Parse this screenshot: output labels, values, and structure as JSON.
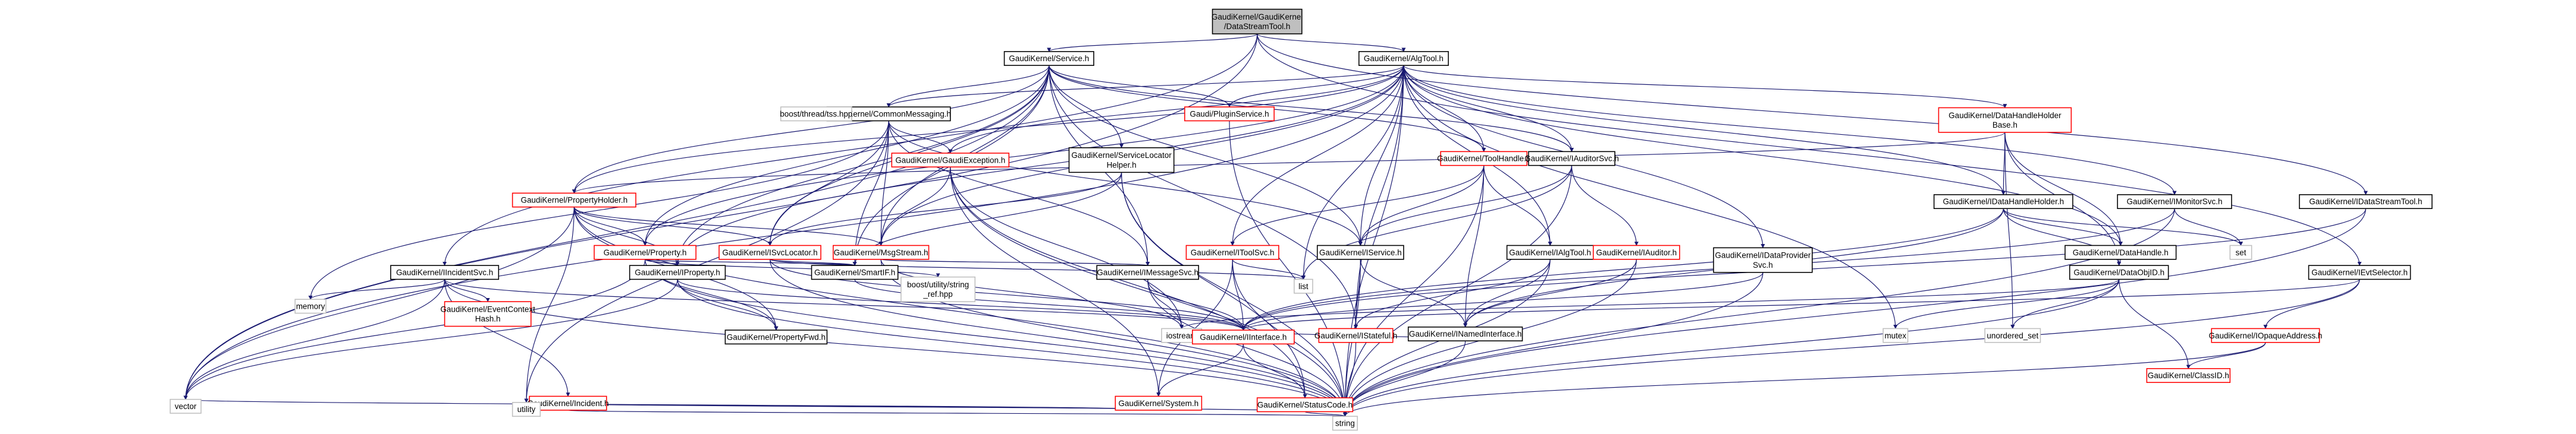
{
  "title": "GaudiKernel/GaudiKernel/DataStreamTool.h include dependency graph",
  "colors": {
    "edge": "#191970",
    "root_fill": "#bfbfbf",
    "red_border": "#ff0000",
    "black_border": "#000000",
    "gray_border": "#bfbfbf"
  },
  "nodes": [
    {
      "id": "root",
      "lines": [
        "GaudiKernel/GaudiKernel",
        "/DataStreamTool.h"
      ],
      "style": "root"
    },
    {
      "id": "service",
      "lines": [
        "GaudiKernel/Service.h"
      ],
      "style": "black"
    },
    {
      "id": "algtool",
      "lines": [
        "GaudiKernel/AlgTool.h"
      ],
      "style": "black"
    },
    {
      "id": "commonmsg",
      "lines": [
        "GaudiKernel/CommonMessaging.h"
      ],
      "style": "black"
    },
    {
      "id": "ipluginsvc",
      "lines": [
        "Gaudi/PluginService.h"
      ],
      "style": "red"
    },
    {
      "id": "dhhbase",
      "lines": [
        "GaudiKernel/DataHandleHolder",
        "Base.h"
      ],
      "style": "red"
    },
    {
      "id": "propholder",
      "lines": [
        "GaudiKernel/PropertyHolder.h"
      ],
      "style": "red"
    },
    {
      "id": "boosttss",
      "lines": [
        "boost/thread/tss.hpp"
      ],
      "style": "gray"
    },
    {
      "id": "gaudiexc",
      "lines": [
        "GaudiKernel/GaudiException.h"
      ],
      "style": "red"
    },
    {
      "id": "svclochelper",
      "lines": [
        "GaudiKernel/ServiceLocator",
        "Helper.h"
      ],
      "style": "black"
    },
    {
      "id": "toolhandle",
      "lines": [
        "GaudiKernel/ToolHandle.h"
      ],
      "style": "red"
    },
    {
      "id": "iauditorsvc",
      "lines": [
        "GaudiKernel/IAuditorSvc.h"
      ],
      "style": "black"
    },
    {
      "id": "idhh",
      "lines": [
        "GaudiKernel/IDataHandleHolder.h"
      ],
      "style": "black"
    },
    {
      "id": "imonitorsvc",
      "lines": [
        "GaudiKernel/IMonitorSvc.h"
      ],
      "style": "black"
    },
    {
      "id": "idatastreamtool",
      "lines": [
        "GaudiKernel/IDataStreamTool.h"
      ],
      "style": "black"
    },
    {
      "id": "property",
      "lines": [
        "GaudiKernel/Property.h"
      ],
      "style": "red"
    },
    {
      "id": "isvclocator",
      "lines": [
        "GaudiKernel/ISvcLocator.h"
      ],
      "style": "red"
    },
    {
      "id": "msgstream",
      "lines": [
        "GaudiKernel/MsgStream.h"
      ],
      "style": "red"
    },
    {
      "id": "itoolsvc",
      "lines": [
        "GaudiKernel/IToolSvc.h"
      ],
      "style": "red"
    },
    {
      "id": "iservice",
      "lines": [
        "GaudiKernel/IService.h"
      ],
      "style": "black"
    },
    {
      "id": "ialgtool",
      "lines": [
        "GaudiKernel/IAlgTool.h"
      ],
      "style": "black"
    },
    {
      "id": "iauditor",
      "lines": [
        "GaudiKernel/IAuditor.h"
      ],
      "style": "red"
    },
    {
      "id": "idataprovsvc",
      "lines": [
        "GaudiKernel/IDataProvider",
        "Svc.h"
      ],
      "style": "black"
    },
    {
      "id": "set",
      "lines": [
        "set"
      ],
      "style": "gray"
    },
    {
      "id": "datahandle",
      "lines": [
        "GaudiKernel/DataHandle.h"
      ],
      "style": "black"
    },
    {
      "id": "iincidentsvc",
      "lines": [
        "GaudiKernel/IIncidentSvc.h"
      ],
      "style": "black"
    },
    {
      "id": "iproperty",
      "lines": [
        "GaudiKernel/IProperty.h"
      ],
      "style": "black"
    },
    {
      "id": "smartif",
      "lines": [
        "GaudiKernel/SmartIF.h"
      ],
      "style": "black"
    },
    {
      "id": "boostsref",
      "lines": [
        "boost/utility/string",
        "_ref.hpp"
      ],
      "style": "gray"
    },
    {
      "id": "imessagesvc",
      "lines": [
        "GaudiKernel/IMessageSvc.h"
      ],
      "style": "black"
    },
    {
      "id": "list",
      "lines": [
        "list"
      ],
      "style": "gray"
    },
    {
      "id": "istateful",
      "lines": [
        "GaudiKernel/IStateful.h"
      ],
      "style": "red"
    },
    {
      "id": "inamedif",
      "lines": [
        "GaudiKernel/INamedInterface.h"
      ],
      "style": "black"
    },
    {
      "id": "dataobjid",
      "lines": [
        "GaudiKernel/DataObjID.h"
      ],
      "style": "black"
    },
    {
      "id": "ievtselector",
      "lines": [
        "GaudiKernel/IEvtSelector.h"
      ],
      "style": "black"
    },
    {
      "id": "memory",
      "lines": [
        "memory"
      ],
      "style": "gray"
    },
    {
      "id": "evctxhash",
      "lines": [
        "GaudiKernel/EventContext",
        "Hash.h"
      ],
      "style": "red"
    },
    {
      "id": "propertyfwd",
      "lines": [
        "GaudiKernel/PropertyFwd.h"
      ],
      "style": "black"
    },
    {
      "id": "iostream",
      "lines": [
        "iostream"
      ],
      "style": "gray"
    },
    {
      "id": "iinterface",
      "lines": [
        "GaudiKernel/IInterface.h"
      ],
      "style": "red"
    },
    {
      "id": "mutex",
      "lines": [
        "mutex"
      ],
      "style": "gray"
    },
    {
      "id": "unorderedset",
      "lines": [
        "unordered_set"
      ],
      "style": "gray"
    },
    {
      "id": "iopaqueaddr",
      "lines": [
        "GaudiKernel/IOpaqueAddress.h"
      ],
      "style": "red"
    },
    {
      "id": "incident",
      "lines": [
        "GaudiKernel/Incident.h"
      ],
      "style": "red"
    },
    {
      "id": "system",
      "lines": [
        "GaudiKernel/System.h"
      ],
      "style": "red"
    },
    {
      "id": "statuscode",
      "lines": [
        "GaudiKernel/StatusCode.h"
      ],
      "style": "red"
    },
    {
      "id": "classid",
      "lines": [
        "GaudiKernel/ClassID.h"
      ],
      "style": "red"
    },
    {
      "id": "vector",
      "lines": [
        "vector"
      ],
      "style": "gray"
    },
    {
      "id": "utility",
      "lines": [
        "utility"
      ],
      "style": "gray"
    },
    {
      "id": "string",
      "lines": [
        "string"
      ],
      "style": "gray"
    }
  ],
  "edges": [
    [
      "root",
      "service"
    ],
    [
      "root",
      "algtool"
    ],
    [
      "root",
      "vector"
    ],
    [
      "root",
      "iincidentsvc"
    ],
    [
      "root",
      "idatastreamtool"
    ],
    [
      "root",
      "ievtselector"
    ],
    [
      "service",
      "commonmsg"
    ],
    [
      "service",
      "ipluginsvc"
    ],
    [
      "service",
      "propholder"
    ],
    [
      "service",
      "isvclocator"
    ],
    [
      "service",
      "iservice"
    ],
    [
      "service",
      "property"
    ],
    [
      "service",
      "iproperty"
    ],
    [
      "service",
      "svclochelper"
    ],
    [
      "service",
      "iauditorsvc"
    ],
    [
      "service",
      "msgstream"
    ],
    [
      "service",
      "imessagesvc"
    ],
    [
      "service",
      "istateful"
    ],
    [
      "service",
      "vector"
    ],
    [
      "service",
      "smartif"
    ],
    [
      "service",
      "toolhandle"
    ],
    [
      "algtool",
      "commonmsg"
    ],
    [
      "algtool",
      "dhhbase"
    ],
    [
      "algtool",
      "propholder"
    ],
    [
      "algtool",
      "ipluginsvc"
    ],
    [
      "algtool",
      "toolhandle"
    ],
    [
      "algtool",
      "iauditorsvc"
    ],
    [
      "algtool",
      "idhh"
    ],
    [
      "algtool",
      "imonitorsvc"
    ],
    [
      "algtool",
      "ialgtool"
    ],
    [
      "algtool",
      "idataprovsvc"
    ],
    [
      "algtool",
      "iservice"
    ],
    [
      "algtool",
      "datahandle"
    ],
    [
      "algtool",
      "itoolsvc"
    ],
    [
      "algtool",
      "istateful"
    ],
    [
      "algtool",
      "msgstream"
    ],
    [
      "algtool",
      "gaudiexc"
    ],
    [
      "algtool",
      "property"
    ],
    [
      "algtool",
      "iproperty"
    ],
    [
      "algtool",
      "list"
    ],
    [
      "algtool",
      "mutex"
    ],
    [
      "algtool",
      "vector"
    ],
    [
      "algtool",
      "string"
    ],
    [
      "commonmsg",
      "boosttss"
    ],
    [
      "commonmsg",
      "gaudiexc"
    ],
    [
      "commonmsg",
      "msgstream"
    ],
    [
      "commonmsg",
      "imessagesvc"
    ],
    [
      "commonmsg",
      "isvclocator"
    ],
    [
      "commonmsg",
      "smartif"
    ],
    [
      "commonmsg",
      "iservice"
    ],
    [
      "commonmsg",
      "memory"
    ],
    [
      "commonmsg",
      "utility"
    ],
    [
      "ipluginsvc",
      "string"
    ],
    [
      "dhhbase",
      "idhh"
    ],
    [
      "dhhbase",
      "datahandle"
    ],
    [
      "dhhbase",
      "dataobjid"
    ],
    [
      "dhhbase",
      "unorderedset"
    ],
    [
      "dhhbase",
      "propholder"
    ],
    [
      "propholder",
      "property"
    ],
    [
      "propholder",
      "iproperty"
    ],
    [
      "propholder",
      "isvclocator"
    ],
    [
      "propholder",
      "msgstream"
    ],
    [
      "propholder",
      "propertyfwd"
    ],
    [
      "propholder",
      "string"
    ],
    [
      "propholder",
      "vector"
    ],
    [
      "propholder",
      "utility"
    ],
    [
      "gaudiexc",
      "msgstream"
    ],
    [
      "gaudiexc",
      "statuscode"
    ],
    [
      "gaudiexc",
      "system"
    ],
    [
      "gaudiexc",
      "iostream"
    ],
    [
      "gaudiexc",
      "string"
    ],
    [
      "svclochelper",
      "isvclocator"
    ],
    [
      "svclochelper",
      "smartif"
    ],
    [
      "svclochelper",
      "statuscode"
    ],
    [
      "svclochelper",
      "string"
    ],
    [
      "toolhandle",
      "itoolsvc"
    ],
    [
      "toolhandle",
      "ialgtool"
    ],
    [
      "toolhandle",
      "inamedif"
    ],
    [
      "toolhandle",
      "iservice"
    ],
    [
      "toolhandle",
      "string"
    ],
    [
      "iauditorsvc",
      "iservice"
    ],
    [
      "iauditorsvc",
      "iauditor"
    ],
    [
      "iauditorsvc",
      "list"
    ],
    [
      "iauditorsvc",
      "string"
    ],
    [
      "idhh",
      "datahandle"
    ],
    [
      "idhh",
      "dataobjid"
    ],
    [
      "idhh",
      "inamedif"
    ],
    [
      "idhh",
      "set"
    ],
    [
      "idhh",
      "iinterface"
    ],
    [
      "imonitorsvc",
      "iinterface"
    ],
    [
      "imonitorsvc",
      "set"
    ],
    [
      "imonitorsvc",
      "string"
    ],
    [
      "idatastreamtool",
      "iinterface"
    ],
    [
      "idatastreamtool",
      "string"
    ],
    [
      "property",
      "iproperty"
    ],
    [
      "property",
      "propertyfwd"
    ],
    [
      "property",
      "smartif"
    ],
    [
      "property",
      "boostsref"
    ],
    [
      "property",
      "string"
    ],
    [
      "property",
      "vector"
    ],
    [
      "isvclocator",
      "smartif"
    ],
    [
      "isvclocator",
      "iinterface"
    ],
    [
      "isvclocator",
      "list"
    ],
    [
      "isvclocator",
      "string"
    ],
    [
      "msgstream",
      "imessagesvc"
    ],
    [
      "msgstream",
      "iostream"
    ],
    [
      "msgstream",
      "string"
    ],
    [
      "itoolsvc",
      "iinterface"
    ],
    [
      "itoolsvc",
      "system"
    ],
    [
      "itoolsvc",
      "list"
    ],
    [
      "itoolsvc",
      "string"
    ],
    [
      "iservice",
      "inamedif"
    ],
    [
      "iservice",
      "istateful"
    ],
    [
      "iservice",
      "string"
    ],
    [
      "ialgtool",
      "inamedif"
    ],
    [
      "ialgtool",
      "istateful"
    ],
    [
      "ialgtool",
      "string"
    ],
    [
      "iauditor",
      "inamedif"
    ],
    [
      "iauditor",
      "string"
    ],
    [
      "idataprovsvc",
      "iinterface"
    ],
    [
      "idataprovsvc",
      "string"
    ],
    [
      "datahandle",
      "dataobjid"
    ],
    [
      "iincidentsvc",
      "memory"
    ],
    [
      "iincidentsvc",
      "evctxhash"
    ],
    [
      "iincidentsvc",
      "incident"
    ],
    [
      "iincidentsvc",
      "iinterface"
    ],
    [
      "iincidentsvc",
      "string"
    ],
    [
      "iincidentsvc",
      "vector"
    ],
    [
      "iproperty",
      "propertyfwd"
    ],
    [
      "iproperty",
      "iinterface"
    ],
    [
      "iproperty",
      "string"
    ],
    [
      "iproperty",
      "vector"
    ],
    [
      "smartif",
      "iinterface"
    ],
    [
      "imessagesvc",
      "iinterface"
    ],
    [
      "imessagesvc",
      "iostream"
    ],
    [
      "imessagesvc",
      "string"
    ],
    [
      "istateful",
      "string"
    ],
    [
      "inamedif",
      "iinterface"
    ],
    [
      "inamedif",
      "string"
    ],
    [
      "dataobjid",
      "classid"
    ],
    [
      "dataobjid",
      "unorderedset"
    ],
    [
      "dataobjid",
      "mutex"
    ],
    [
      "dataobjid",
      "string"
    ],
    [
      "dataobjid",
      "iostream"
    ],
    [
      "ievtselector",
      "iopaqueaddr"
    ],
    [
      "ievtselector",
      "iinterface"
    ],
    [
      "ievtselector",
      "string"
    ],
    [
      "iopaqueaddr",
      "classid"
    ],
    [
      "iopaqueaddr",
      "string"
    ],
    [
      "incident",
      "string"
    ],
    [
      "iinterface",
      "system"
    ],
    [
      "iinterface",
      "statuscode"
    ],
    [
      "system",
      "vector"
    ],
    [
      "system",
      "utility"
    ],
    [
      "statuscode",
      "utility"
    ],
    [
      "statuscode",
      "string"
    ]
  ]
}
